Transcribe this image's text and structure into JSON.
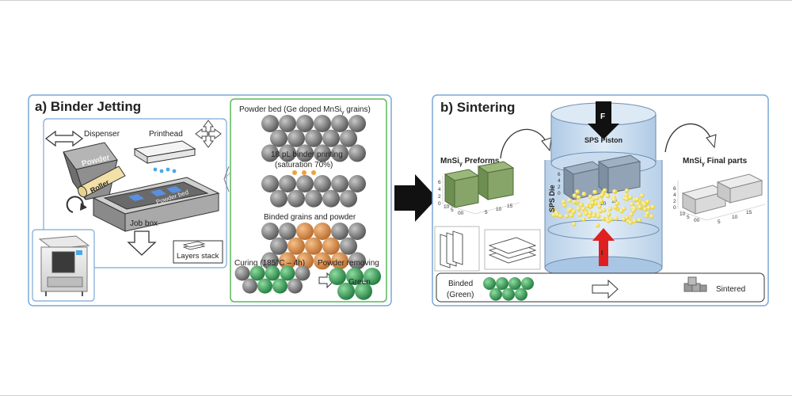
{
  "panel_a": {
    "title": "a)  Binder Jetting",
    "dispenser": "Dispenser",
    "powder": "Powder",
    "printhead": "Printhead",
    "roller": "Roller",
    "powder_bed_label": "Powder bed",
    "job_box": "Job box",
    "layers_stack": "Layers stack",
    "steps": {
      "powder_bed": "Powder bed (Ge doped MnSi",
      "powder_bed_sub": "γ",
      "powder_bed_end": " grains)",
      "binder_printing": "18 pL binder printing",
      "saturation": "(saturation 70%)",
      "binded": "Binded grains and powder",
      "curing": "Curing (185°C – 4h)",
      "powder_removing": "Powder removing",
      "green": "Green"
    }
  },
  "panel_b": {
    "title": "b)  Sintering",
    "preforms": "MnSi",
    "preforms_sub": "γ",
    "preforms_end": " Preforms",
    "sps_piston": "SPS Piston",
    "sps_die": "SPS Die",
    "force_top": "F",
    "force_bottom": "I",
    "final_parts": "MnSi",
    "final_parts_sub": "γ",
    "final_parts_end": " Final parts",
    "binded": "Binded",
    "green": "(Green)",
    "sintered": "Sintered"
  },
  "axis_ticks": {
    "z": [
      "6",
      "4",
      "2",
      "0"
    ],
    "x": [
      "10",
      "5",
      "00"
    ],
    "y": [
      "5",
      "10",
      "15"
    ]
  },
  "colors": {
    "frame": "#7aa7d6",
    "green_frame": "#5cb85c",
    "grain_grey": "#777777",
    "grain_orange": "#d98a45",
    "grain_green": "#3a9a55",
    "preform_green": "#8aa66a",
    "die_blue": "#b9d2ea",
    "force_red": "#e02020"
  }
}
